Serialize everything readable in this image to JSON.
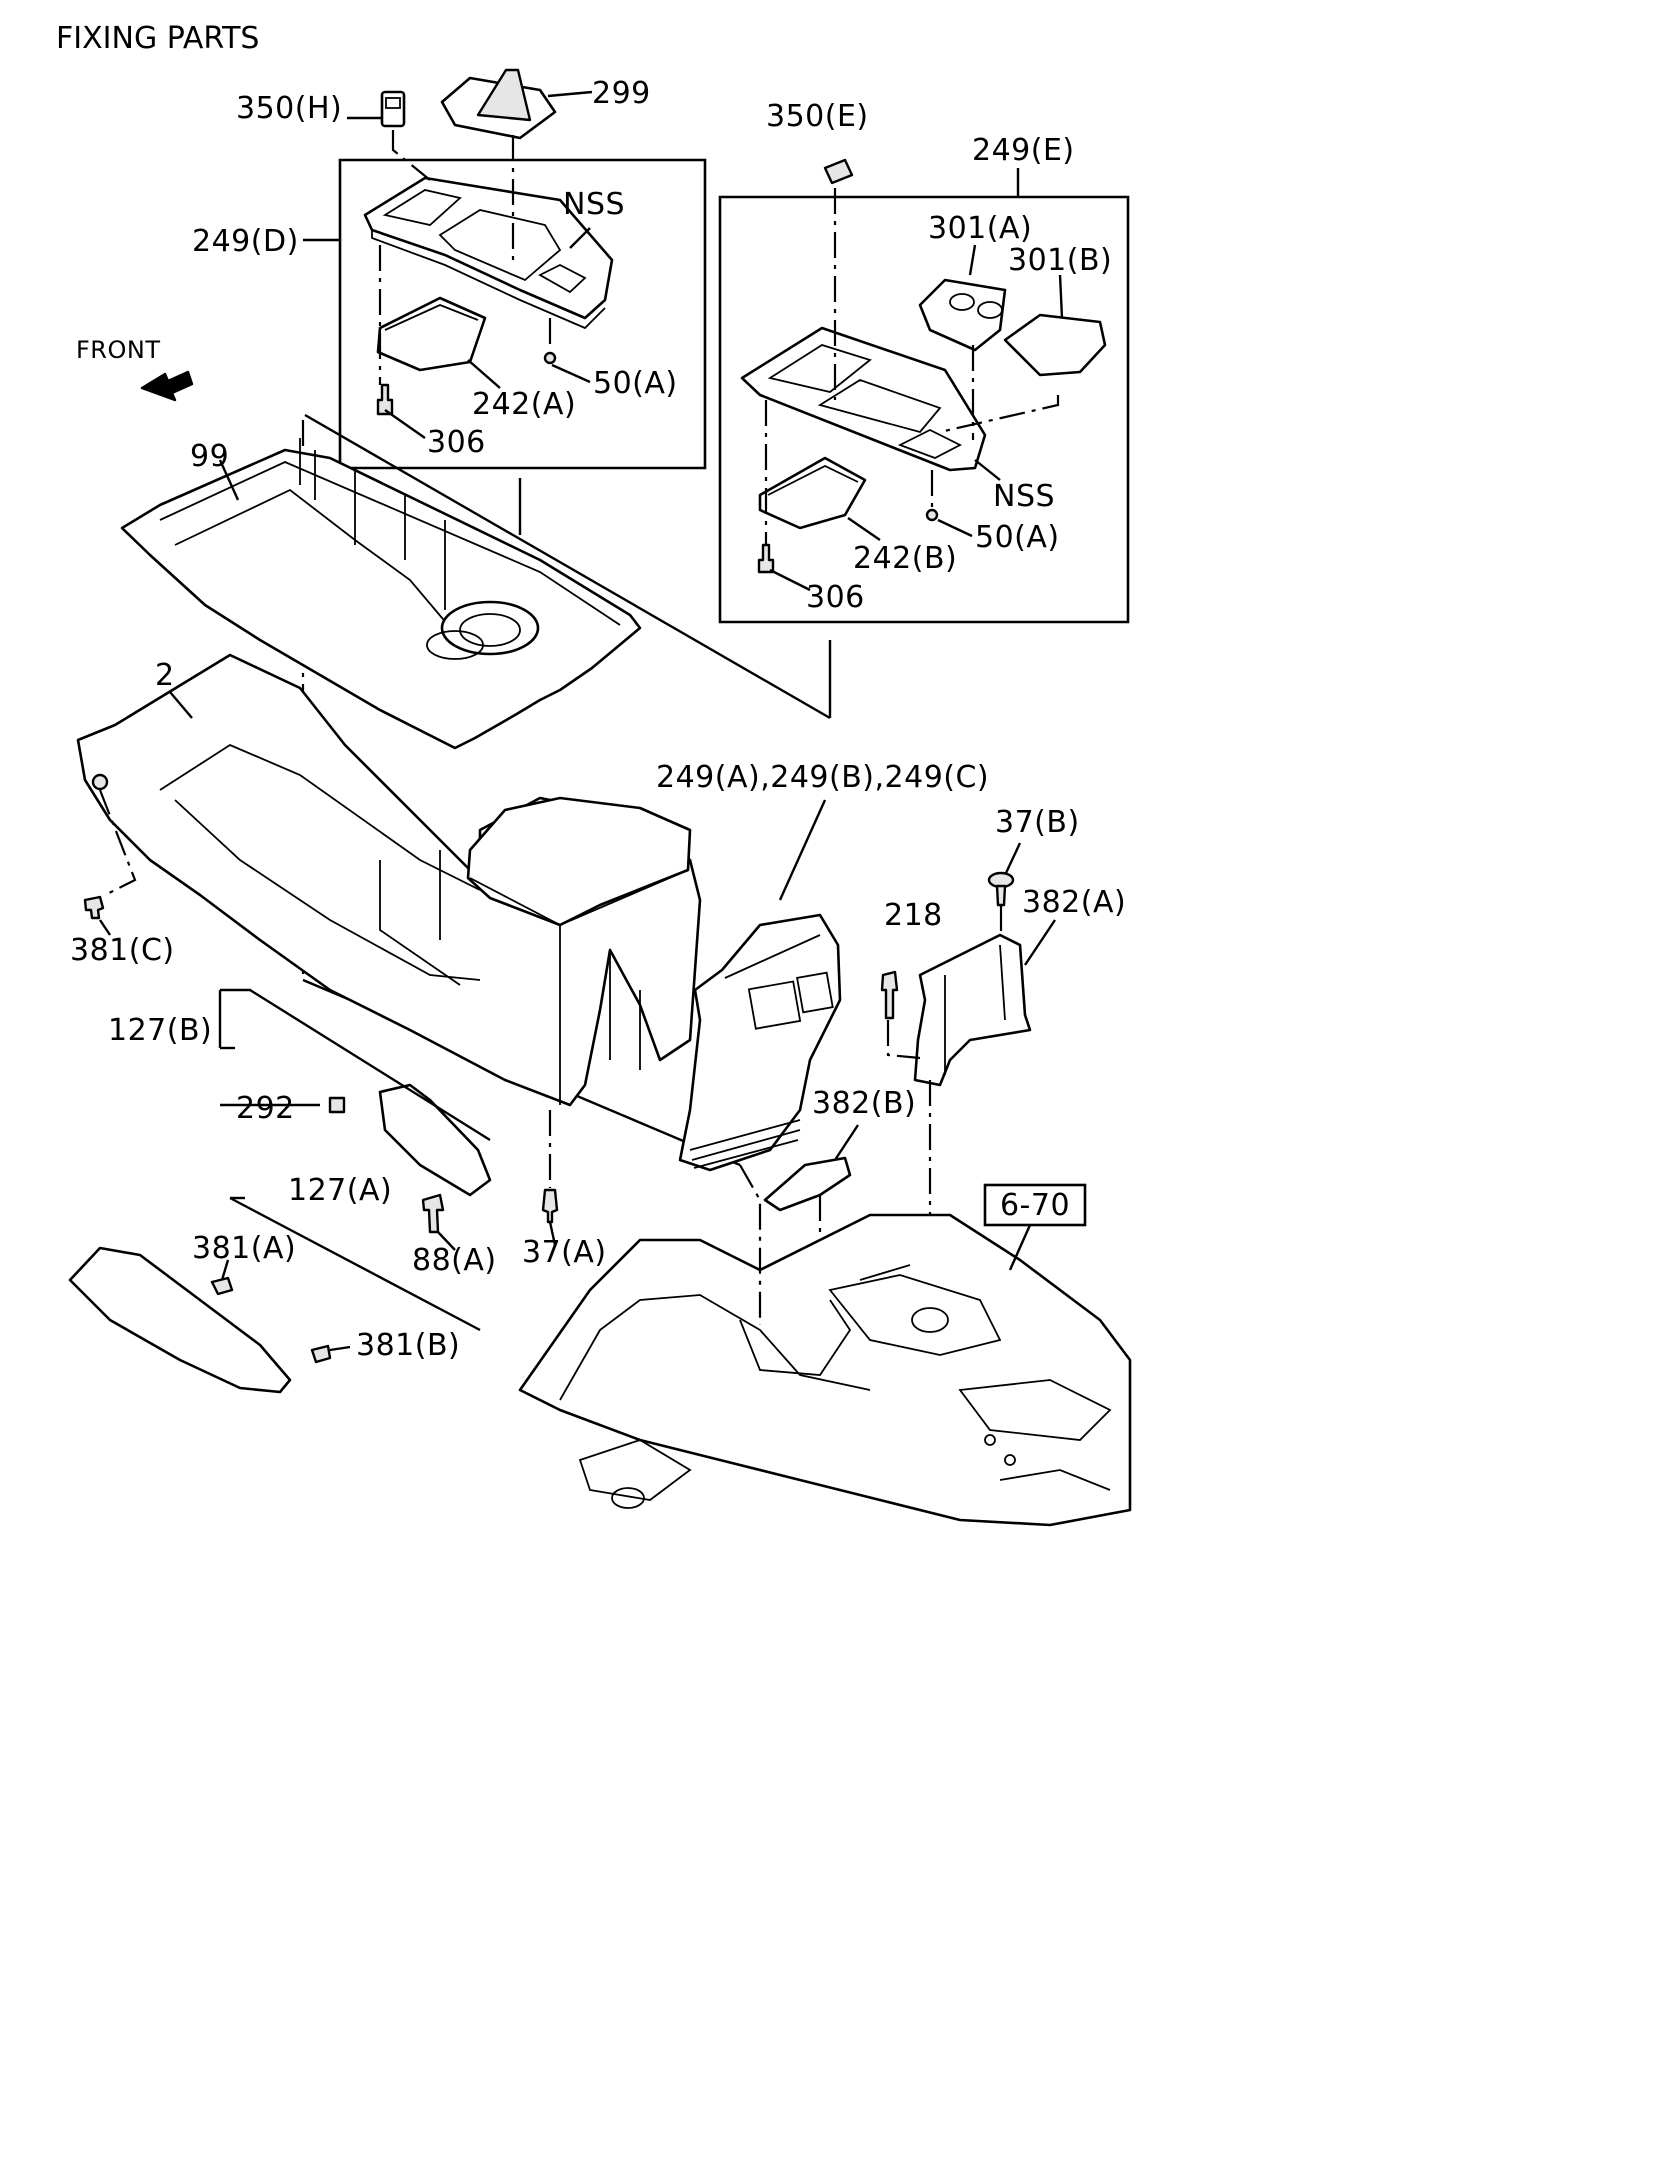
{
  "title": "FIXING PARTS",
  "direction_label": "FRONT",
  "reference_box": "6-70",
  "callouts": {
    "p350H": "350(H)",
    "p299": "299",
    "p350E": "350(E)",
    "p249E": "249(E)",
    "nss1": "NSS",
    "p249D": "249(D)",
    "p301A": "301(A)",
    "p301B": "301(B)",
    "front": "FRONT",
    "p50A_1": "50(A)",
    "p242A": "242(A)",
    "p306_1": "306",
    "p99": "99",
    "nss2": "NSS",
    "p50A_2": "50(A)",
    "p242B": "242(B)",
    "p306_2": "306",
    "p2": "2",
    "p249ABC": "249(A),249(B),249(C)",
    "p37B": "37(B)",
    "p218": "218",
    "p382A": "382(A)",
    "p381C": "381(C)",
    "p127B": "127(B)",
    "p382B": "382(B)",
    "p292": "292",
    "p127A": "127(A)",
    "p381A": "381(A)",
    "p88A": "88(A)",
    "p37A": "37(A)",
    "p381B": "381(B)"
  },
  "icons": [
    "front-arrow-icon"
  ]
}
